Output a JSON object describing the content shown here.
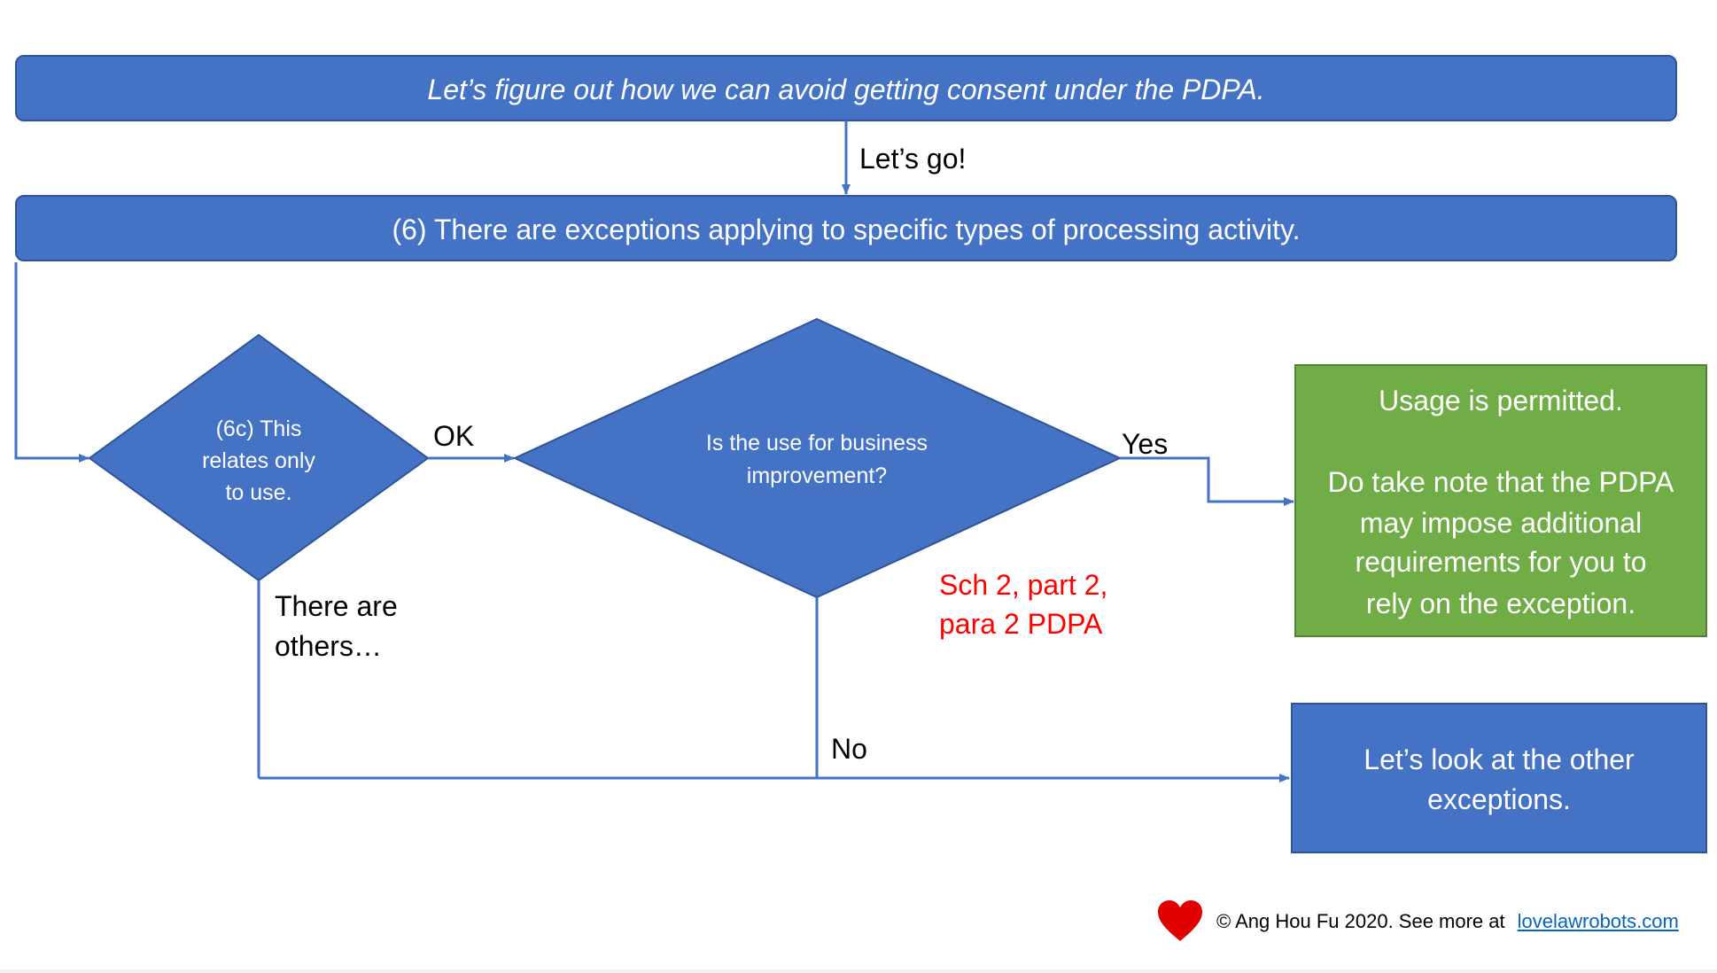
{
  "colors": {
    "blue_fill": "#4472c4",
    "blue_stroke": "#2f5597",
    "green_fill": "#70ad47",
    "green_stroke": "#548235",
    "red_text": "#ff0000",
    "heart": "#e00000",
    "link": "#0563c1"
  },
  "header_box": {
    "text": "Let’s figure out how we can avoid getting consent under the PDPA."
  },
  "arrow_label_lets_go": "Let’s go!",
  "exceptions_box": {
    "text": "(6) There are exceptions applying to specific types of processing activity."
  },
  "diamond_6c": {
    "lines": [
      "(6c) This",
      "relates only",
      "to use."
    ]
  },
  "label_ok": "OK",
  "diamond_business": {
    "lines": [
      "Is the use for business",
      "improvement?"
    ]
  },
  "label_yes": "Yes",
  "label_no": "No",
  "label_others": {
    "lines": [
      "There are",
      "others…"
    ]
  },
  "citation": {
    "lines": [
      "Sch 2, part 2,",
      "para 2 PDPA"
    ]
  },
  "permitted_box": {
    "lines": [
      "Usage is permitted.",
      "",
      "Do take note that the PDPA",
      "may impose additional",
      "requirements for you to",
      "rely on the exception."
    ]
  },
  "other_exceptions_box": {
    "lines": [
      "Let’s look at the other",
      "exceptions."
    ]
  },
  "footer": {
    "copyright": "© Ang Hou Fu 2020. See more at",
    "link_text": "lovelawrobots.com",
    "heart_icon": "heart-icon"
  }
}
